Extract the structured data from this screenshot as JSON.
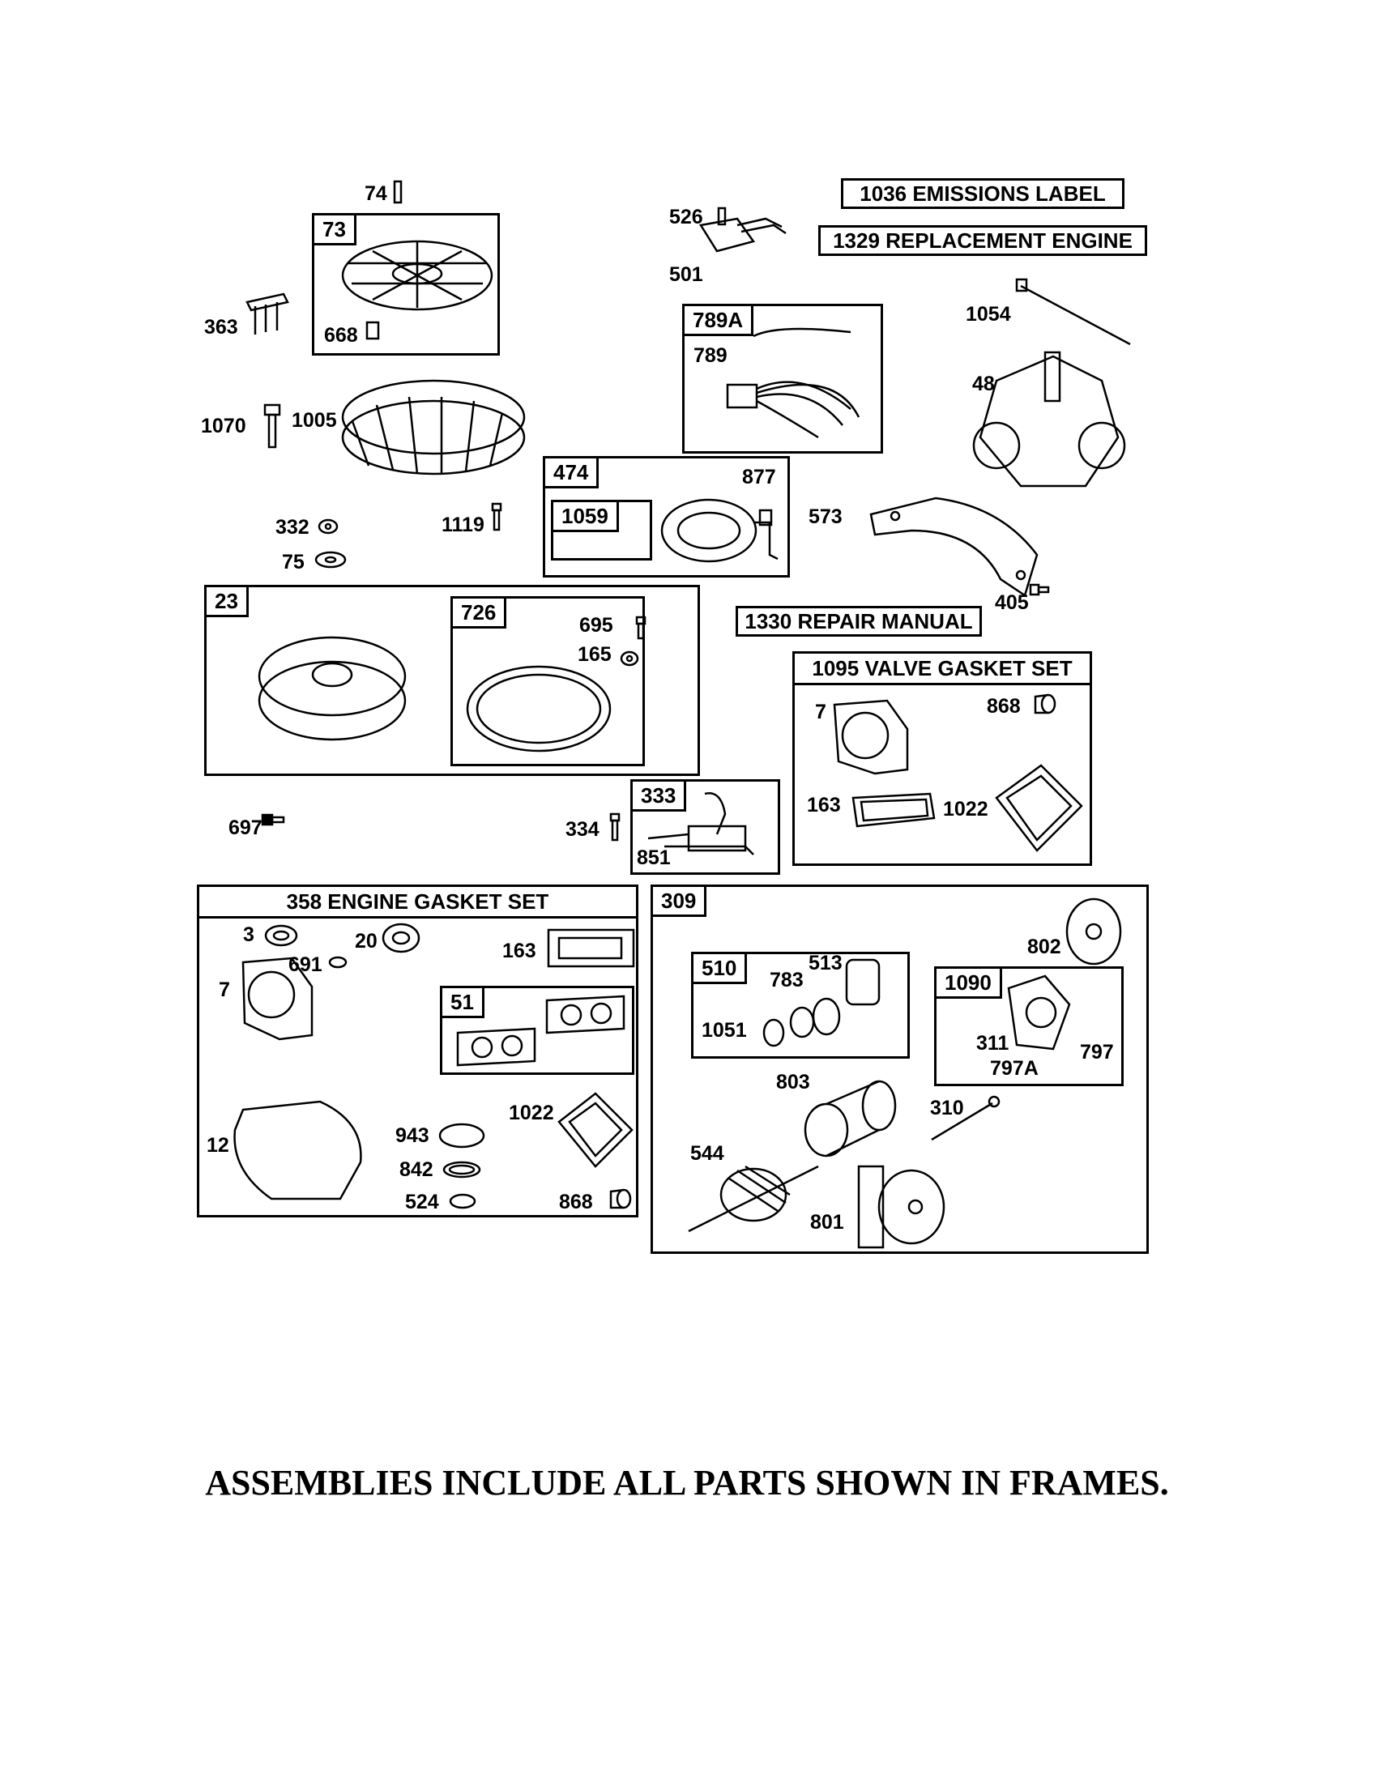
{
  "title_boxes": {
    "emissions_label": "1036 EMISSIONS LABEL",
    "replacement_engine": "1329 REPLACEMENT ENGINE",
    "repair_manual": "1330 REPAIR MANUAL"
  },
  "frames": {
    "f73": "73",
    "f789a": "789A",
    "f474": "474",
    "f1059": "1059",
    "f23": "23",
    "f726": "726",
    "f333": "333",
    "f1095": "1095 VALVE GASKET SET",
    "f358": "358 ENGINE GASKET SET",
    "f51": "51",
    "f309": "309",
    "f510": "510",
    "f1090": "1090"
  },
  "labels": {
    "p74": "74",
    "p363": "363",
    "p668": "668",
    "p1070": "1070",
    "p1005": "1005",
    "p332": "332",
    "p75": "75",
    "p1119": "1119",
    "p526": "526",
    "p501": "501",
    "p789": "789",
    "p877": "877",
    "p1054": "1054",
    "p48": "48",
    "p573": "573",
    "p405": "405",
    "p695": "695",
    "p165": "165",
    "p697": "697",
    "p334": "334",
    "p851": "851",
    "p7a": "7",
    "p868a": "868",
    "p163a": "163",
    "p1022a": "1022",
    "p3": "3",
    "p20": "20",
    "p691": "691",
    "p7b": "7",
    "p163b": "163",
    "p12": "12",
    "p943": "943",
    "p842": "842",
    "p524": "524",
    "p1022b": "1022",
    "p868b": "868",
    "p802": "802",
    "p783": "783",
    "p513": "513",
    "p1051": "1051",
    "p311": "311",
    "p797": "797",
    "p797a": "797A",
    "p803": "803",
    "p310": "310",
    "p544": "544",
    "p801": "801"
  },
  "footer": "ASSEMBLIES INCLUDE ALL PARTS SHOWN IN FRAMES."
}
